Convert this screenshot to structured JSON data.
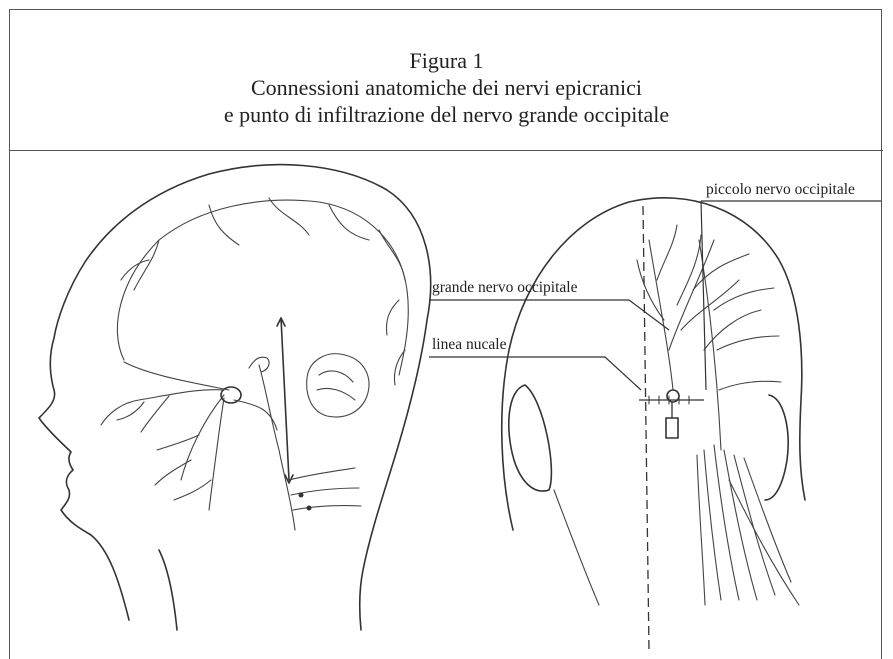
{
  "caption": {
    "line1": "Figura 1",
    "line2": "Connessioni anatomiche dei nervi epicranici",
    "line3": "e punto di infiltrazione del nervo grande occipitale"
  },
  "labels": {
    "piccolo": "piccolo nervo occipitale",
    "grande": "grande nervo occipitale",
    "linea": "linea nucale"
  }
}
